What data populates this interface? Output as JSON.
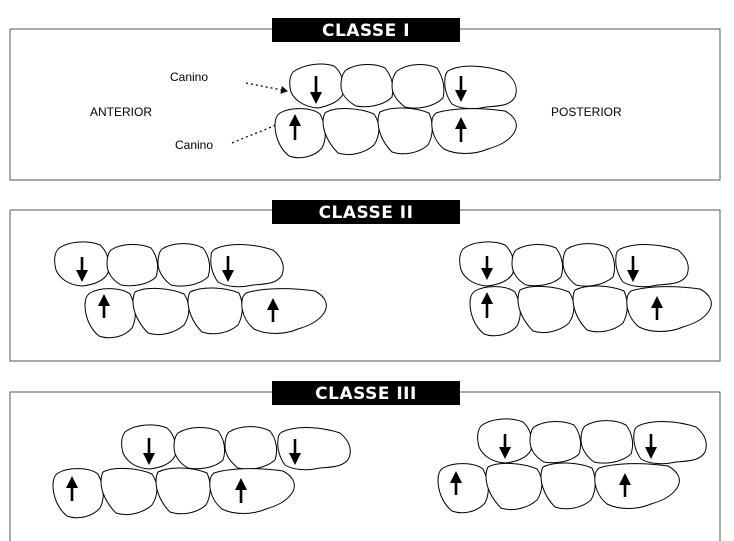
{
  "panels": [
    {
      "title": "CLASSE I"
    },
    {
      "title": "CLASSE II"
    },
    {
      "title": "CLASSE III"
    }
  ],
  "labels": {
    "anterior": "ANTERIOR",
    "posterior": "POSTERIOR",
    "canine_upper": "Canino",
    "canine_lower": "Canino"
  }
}
